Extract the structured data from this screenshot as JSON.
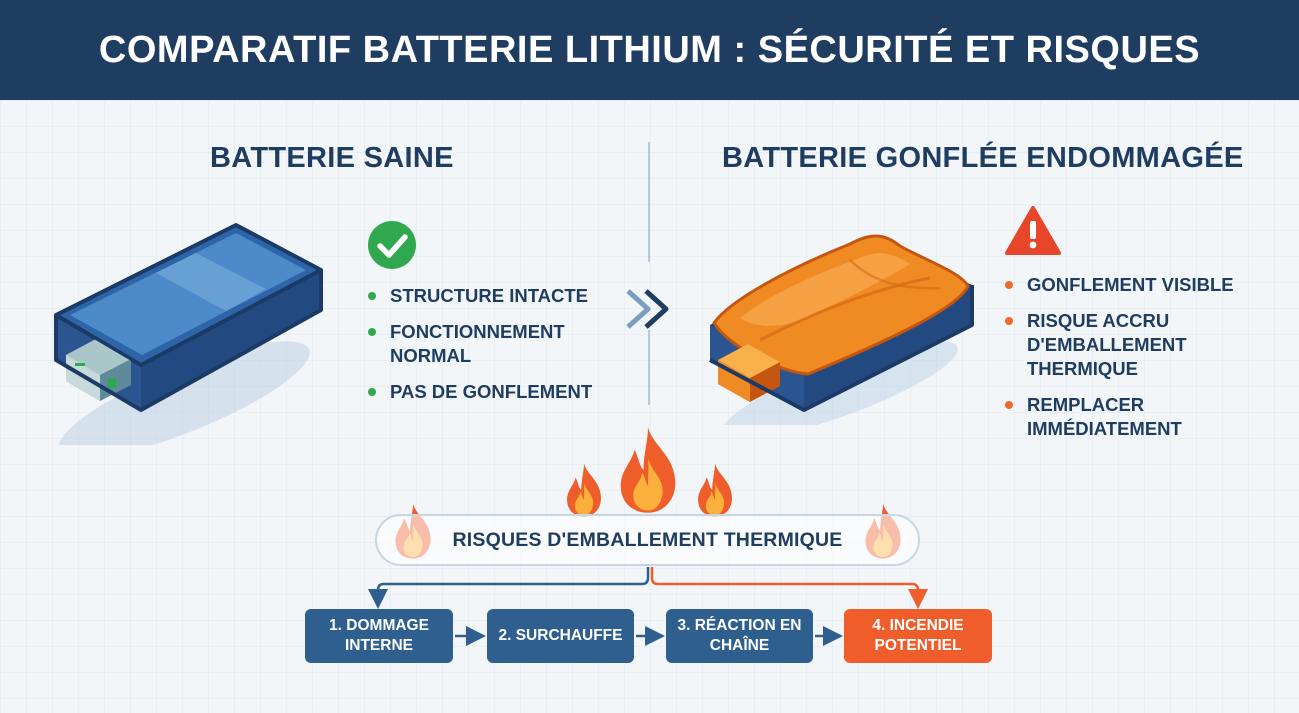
{
  "header": {
    "title": "COMPARATIF BATTERIE LITHIUM : SÉCURITÉ ET RISQUES"
  },
  "left": {
    "title": "BATTERIE SAINE",
    "items": [
      "STRUCTURE INTACTE",
      "FONCTIONNEMENT NORMAL",
      "PAS DE GONFLEMENT"
    ]
  },
  "right": {
    "title": "BATTERIE GONFLÉE ENDOMMAGÉE",
    "items": [
      "GONFLEMENT VISIBLE",
      "RISQUE ACCRU D'EMBALLEMENT THERMIQUE",
      "REMPLACER IMMÉDIATEMENT"
    ]
  },
  "thermal": {
    "label": "RISQUES D'EMBALLEMENT THERMIQUE"
  },
  "steps": [
    "1. DOMMAGE INTERNE",
    "2. SURCHAUFFE",
    "3. RÉACTION EN CHAÎNE",
    "4. INCENDIE POTENTIEL"
  ],
  "icons": {
    "check": "check-circle-icon",
    "warning": "warning-triangle-icon",
    "arrow": "double-chevron-right-icon",
    "fire": "flame-icon"
  },
  "colors": {
    "header": "#1f3d60",
    "healthy": "#2fa84f",
    "danger": "#ef5d2a",
    "step_blue": "#2f5f8f",
    "battery_blue": "#2e64a8"
  }
}
